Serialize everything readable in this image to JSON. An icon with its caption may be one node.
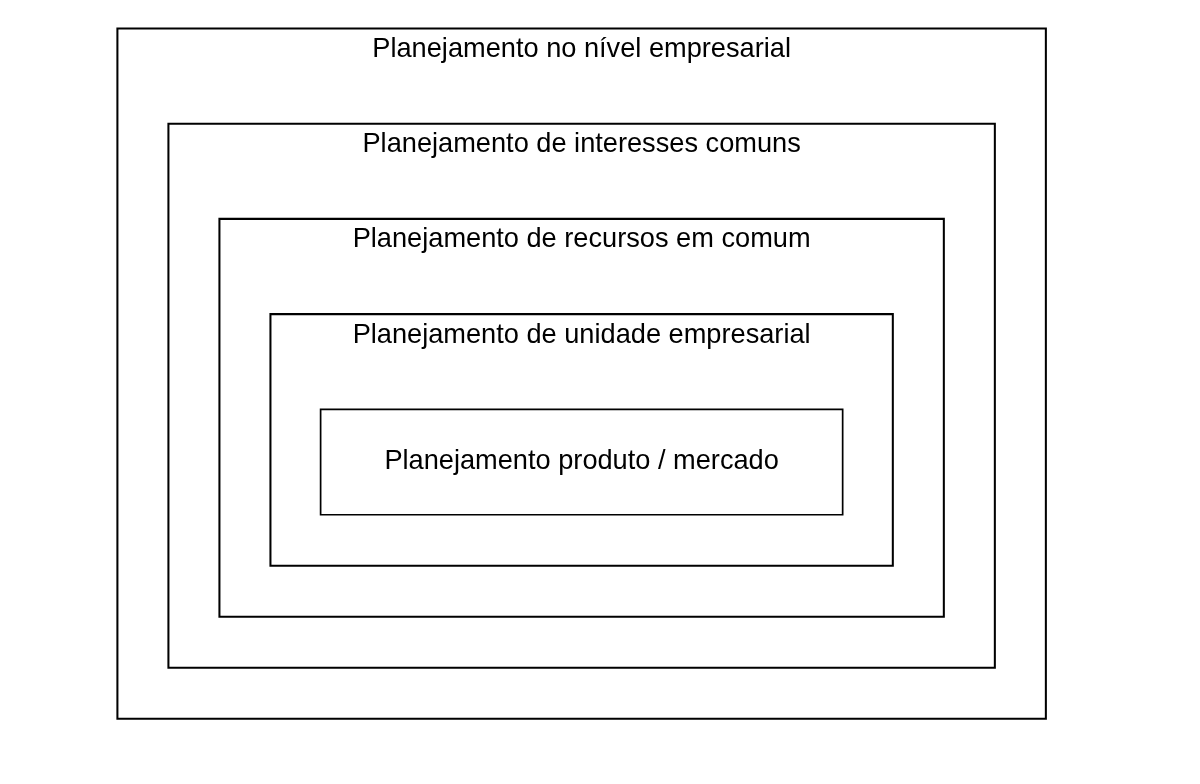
{
  "diagram": {
    "nodes": [
      {
        "text": [
          "Planejamento no nível empresarial"
        ]
      },
      {
        "text": [
          "Planejamento de interesses comuns"
        ],
        "in": 0
      },
      {
        "text": [
          "Planejamento de recursos em comum"
        ],
        "in": 1
      },
      {
        "text": [
          "Planejamento de unidade empresarial"
        ],
        "in": 2
      },
      {
        "text": [
          "Planejamento produto / mercado"
        ],
        "in": 3
      }
    ],
    "edges": []
  }
}
